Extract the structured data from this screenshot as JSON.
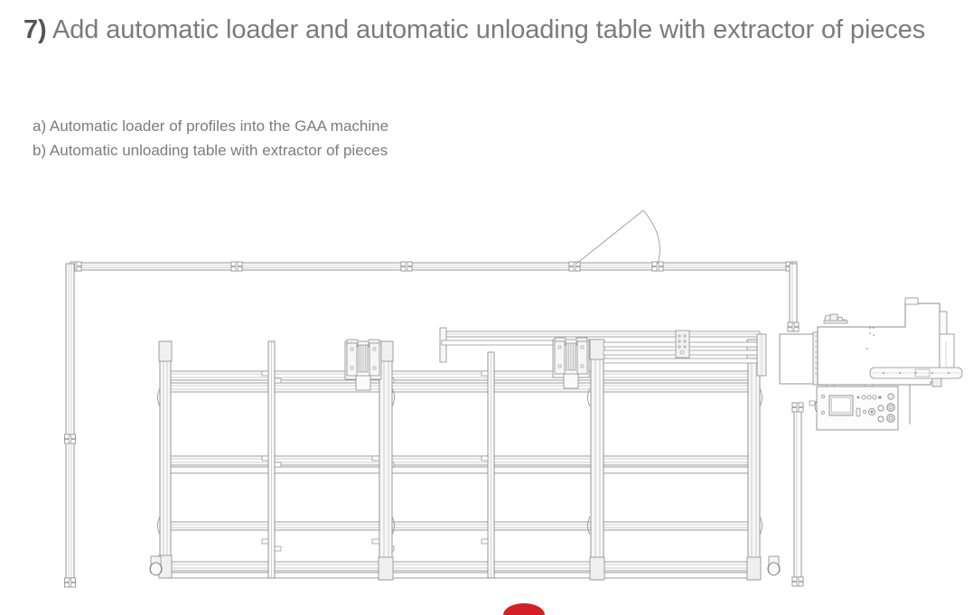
{
  "slide": {
    "title_number": "7)",
    "title_text": "Add automatic loader and automatic unloading table with extractor of pieces",
    "bullets": [
      "a) Automatic loader of profiles into the GAA machine",
      "b) Automatic unloading table with extractor of pieces"
    ]
  },
  "colors": {
    "title": "#7b7b7b",
    "title_number": "#555555",
    "bullet_text": "#7c7c7c",
    "drawing_line": "#8c8c8c",
    "drawing_line_light": "#b4b4b4",
    "drawing_fill": "#f2f2f2",
    "logo_red": "#d32027",
    "background": "#ffffff"
  },
  "figure": {
    "caption": "technical-drawing-automatic-loader-unloading-table",
    "parts": [
      "overhead-gantry-rail",
      "left-vertical-rail",
      "right-vertical-rail",
      "unloading-table-frame",
      "extractor-carriage-left",
      "extractor-carriage-right",
      "caster-wheel-left",
      "caster-wheel-right",
      "gaa-machine-body",
      "gaa-control-panel",
      "rotation-arc-indicator"
    ]
  }
}
